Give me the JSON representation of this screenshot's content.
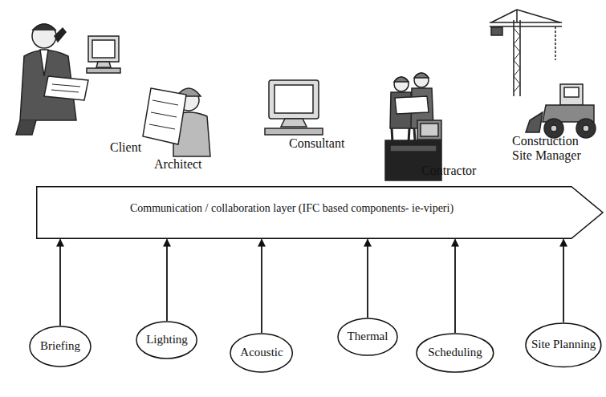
{
  "diagram": {
    "nodes": [
      {
        "text": [
          "Communication / collaboration layer (IFC based components- ie-viperi)"
        ]
      },
      {
        "text": [
          "Briefing"
        ]
      },
      {
        "text": [
          "Lighting"
        ]
      },
      {
        "text": [
          "Acoustic"
        ]
      },
      {
        "text": [
          "Thermal"
        ]
      },
      {
        "text": [
          "Scheduling"
        ]
      },
      {
        "text": [
          "Site Planning"
        ]
      }
    ],
    "edges": [
      {
        "from": 1,
        "to": 0,
        "arrow": "to"
      },
      {
        "from": 2,
        "to": 0,
        "arrow": "to"
      },
      {
        "from": 3,
        "to": 0,
        "arrow": "to"
      },
      {
        "from": 4,
        "to": 0,
        "arrow": "to"
      },
      {
        "from": 5,
        "to": 0,
        "arrow": "to"
      },
      {
        "from": 6,
        "to": 0,
        "arrow": "to"
      }
    ],
    "labels": [
      "Client",
      "Architect",
      "Consultant",
      "Contractor",
      "Construction Site Manager"
    ]
  }
}
